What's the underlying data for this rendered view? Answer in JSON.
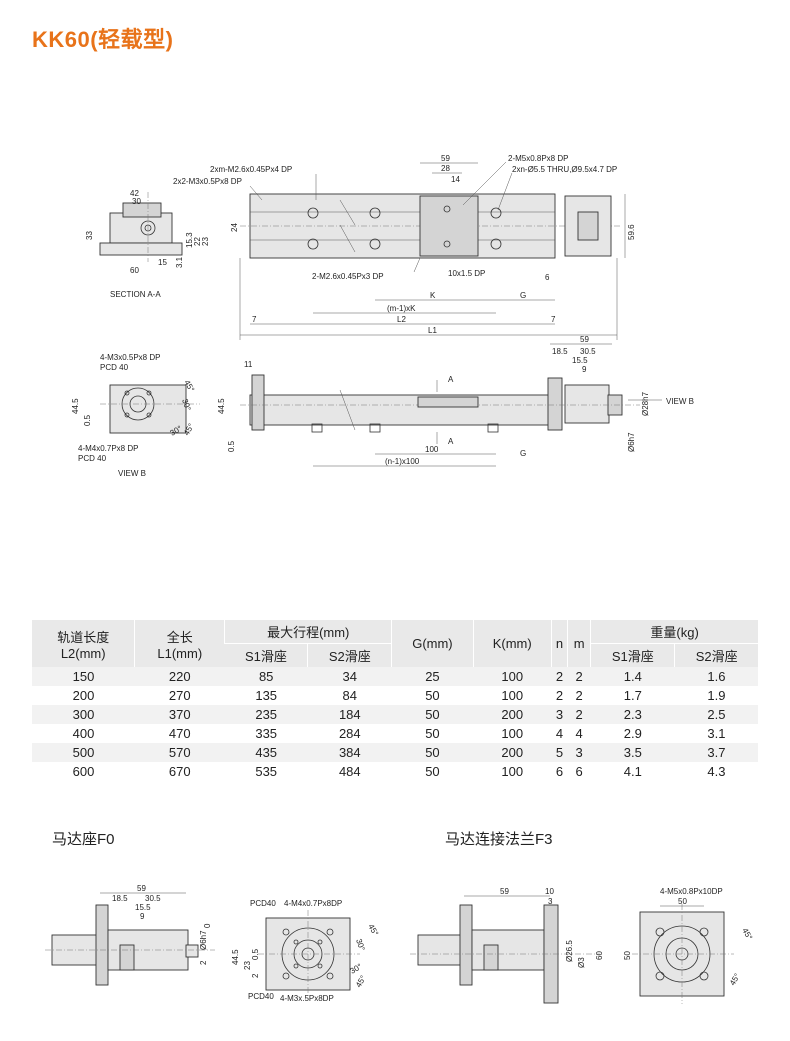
{
  "title": "KK60(轻载型)",
  "drawing_top": {
    "section_label": "SECTION A-A",
    "view_label": "VIEW B",
    "view_b_arrow": "VIEW B",
    "section_marker": "A",
    "callouts": {
      "xm": "2xm-M2.6x0.45Px4 DP",
      "x2": "2x2-M3x0.5Px8 DP",
      "m5": "2-M5x0.8Px8 DP",
      "xn": "2xn-Ø5.5 THRU,Ø9.5x4.7 DP",
      "m26": "2-M2.6x0.45Px3 DP",
      "slot": "10x1.5 DP",
      "m3pcd": "4-M3x0.5Px8 DP",
      "pcd1": "PCD 40",
      "m4pcd": "4-M4x0.7Px8 DP",
      "pcd2": "PCD 40"
    },
    "dims": {
      "d42": "42",
      "d30": "30",
      "d33": "33",
      "d15": "15",
      "d60": "60",
      "d31": "3.1",
      "d153": "15.3",
      "d22": "22",
      "d23": "23",
      "d59": "59",
      "d28": "28",
      "d14": "14",
      "d24": "24",
      "d596": "59.6",
      "d6": "6",
      "d7a": "7",
      "d7b": "7",
      "K": "K",
      "G": "G",
      "m1K": "(m-1)xK",
      "L2": "L2",
      "L1": "L1",
      "d11": "11",
      "d445": "44.5",
      "d445b": "44.5",
      "d05": "0.5",
      "d05b": "0.5",
      "d59b": "59",
      "d185": "18.5",
      "d305": "30.5",
      "d155": "15.5",
      "d9": "9",
      "d28h7": "Ø28h7",
      "d6h7": "Ø6h7",
      "d100": "100",
      "G2": "G",
      "n1x100": "(n-1)x100",
      "a45": "45°",
      "a30": "30°",
      "a30b": "30°",
      "a45b": "45°"
    }
  },
  "table": {
    "headers": {
      "rail_length": "轨道长度",
      "rail_length_unit": "L2(mm)",
      "total_length": "全长",
      "total_length_unit": "L1(mm)",
      "max_stroke": "最大行程(mm)",
      "s1": "S1滑座",
      "s2": "S2滑座",
      "g": "G(mm)",
      "k": "K(mm)",
      "n": "n",
      "m": "m",
      "weight": "重量(kg)",
      "w_s1": "S1滑座",
      "w_s2": "S2滑座"
    },
    "rows": [
      [
        "150",
        "220",
        "85",
        "34",
        "25",
        "100",
        "2",
        "2",
        "1.4",
        "1.6"
      ],
      [
        "200",
        "270",
        "135",
        "84",
        "50",
        "100",
        "2",
        "2",
        "1.7",
        "1.9"
      ],
      [
        "300",
        "370",
        "235",
        "184",
        "50",
        "200",
        "3",
        "2",
        "2.3",
        "2.5"
      ],
      [
        "400",
        "470",
        "335",
        "284",
        "50",
        "100",
        "4",
        "4",
        "2.9",
        "3.1"
      ],
      [
        "500",
        "570",
        "435",
        "384",
        "50",
        "200",
        "5",
        "3",
        "3.5",
        "3.7"
      ],
      [
        "600",
        "670",
        "535",
        "484",
        "50",
        "100",
        "6",
        "6",
        "4.1",
        "4.3"
      ]
    ]
  },
  "motor_f0": {
    "title": "马达座F0",
    "dims": {
      "d59": "59",
      "d185": "18.5",
      "d305": "30.5",
      "d155": "15.5",
      "d9": "9",
      "d6h7": "Ø6h7",
      "d0": "0",
      "d2": "2",
      "d445": "44.5",
      "d23": "23",
      "d2b": "2",
      "d05": "0.5",
      "a45": "45°",
      "a30": "30°",
      "a30b": "30°",
      "a45b": "45°"
    },
    "callouts": {
      "pcd": "PCD40",
      "m4": "4-M4x0.7Px8DP",
      "pcd2": "PCD40",
      "m3": "4-M3x.5Px8DP"
    }
  },
  "motor_f3": {
    "title": "马达连接法兰F3",
    "dims": {
      "d59": "59",
      "d10": "10",
      "d3": "3",
      "d265": "Ø26.5",
      "d3b": "Ø3",
      "d60": "60",
      "d50": "50",
      "d50b": "50",
      "a45": "45°",
      "a45b": "45°"
    },
    "callouts": {
      "m5": "4-M5x0.8Px10DP"
    }
  }
}
